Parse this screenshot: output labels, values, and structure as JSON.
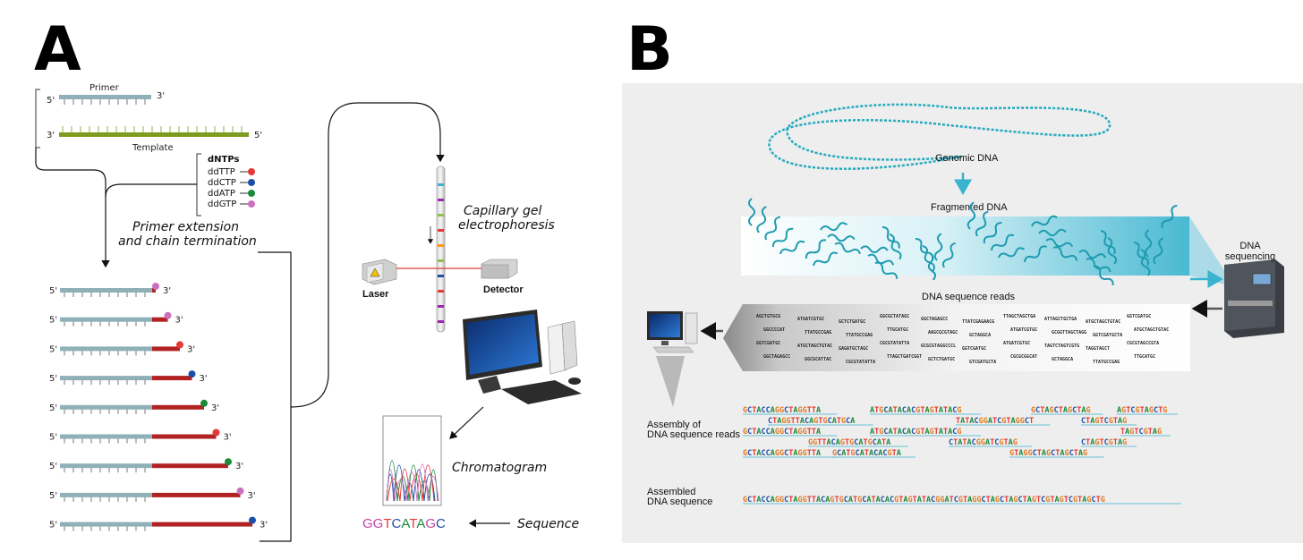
{
  "panel_a": {
    "letter": "A",
    "primer": "Primer",
    "template": "Template",
    "five_prime": "5'",
    "three_prime": "3'",
    "dntps": "dNTPs",
    "ddntps": [
      {
        "label": "ddTTP",
        "color": "#e53935"
      },
      {
        "label": "ddCTP",
        "color": "#1e4fa8"
      },
      {
        "label": "ddATP",
        "color": "#1b8a3a"
      },
      {
        "label": "ddGTP",
        "color": "#cc6fbf"
      }
    ],
    "extension_line1": "Primer extension",
    "extension_line2": "and chain termination",
    "fragment_end_colors": [
      "#cc6fbf",
      "#cc6fbf",
      "#e53935",
      "#1e4fa8",
      "#1b8a3a",
      "#e53935",
      "#1b8a3a",
      "#cc6fbf",
      "#1e4fa8"
    ],
    "capillary_line1": "Capillary gel",
    "capillary_line2": "electrophoresis",
    "laser": "Laser",
    "detector": "Detector",
    "chromatogram": "Chromatogram",
    "sequence_letters": [
      {
        "ch": "G",
        "color": "#c044a8"
      },
      {
        "ch": "G",
        "color": "#c044a8"
      },
      {
        "ch": "T",
        "color": "#e53935"
      },
      {
        "ch": "C",
        "color": "#1e4fa8"
      },
      {
        "ch": "A",
        "color": "#1b8a3a"
      },
      {
        "ch": "T",
        "color": "#e53935"
      },
      {
        "ch": "A",
        "color": "#1b8a3a"
      },
      {
        "ch": "G",
        "color": "#c044a8"
      },
      {
        "ch": "C",
        "color": "#1e4fa8"
      }
    ],
    "sequence_label": "Sequence"
  },
  "panel_b": {
    "letter": "B",
    "genomic_dna": "Genomic DNA",
    "fragmented_dna": "Fragmented DNA",
    "dna_sequencing_line1": "DNA",
    "dna_sequencing_line2": "sequencing",
    "dna_sequence_reads": "DNA sequence reads",
    "reads": [
      "AGCTGTGCG",
      "ATGATCGTGC",
      "GCTCTGATGC",
      "GGCGCTATAGC",
      "GGCTAGAGCC",
      "TTATCGAGAACG",
      "TTAGCTAGCTGA",
      "ATTAGCTGCTGA",
      "ATGCTAGCTGTAC",
      "GGTCGATGC",
      "GGCCCCAT",
      "TTATGCCGAG",
      "TTATGCCGAG",
      "TTGCATGC",
      "AAGCGCGTAGC",
      "GCTAGGCA",
      "ATGATCGTGC",
      "GCGGTTAGCTAGG",
      "GGTCGATGCTA",
      "ATGCTAGCTGTAC",
      "GGTCGATGC",
      "ATGCTAGCTGTAC",
      "GAGATGCTAGC",
      "CGCGTATATTA",
      "GCGCGTAGGCCCL",
      "GGTCGATGC",
      "ATGATCGTGC",
      "TAGTCTAGTCGTG",
      "TAGGTAGCT",
      "CGCGTAGCCGTA",
      "GGCTAGAGCC",
      "GGCGCATTAC",
      "CGCGTATATTA",
      "TTAGCTGATCGGT",
      "GCTCTGATGC",
      "GTCGATGCTA",
      "CGCGCGGCAT",
      "GCTAGGCA",
      "TTATGCCGAG",
      "TTGCATGC"
    ],
    "assembly_label_line1": "Assembly of",
    "assembly_label_line2": "DNA sequence reads",
    "assembly_rows": [
      [
        "GCTACCAGGCTAGGTTA",
        "ATGCATACACGTAGTATACG",
        "GCTAGCTAGCTAG",
        "AGTCGTAGCTG"
      ],
      [
        "CTAGGTTACAGTGCATGCA",
        "TATACGGATCGTAGGCT",
        "CTAGTCGTAG"
      ],
      [
        "GCTACCAGGCTAGGTTA",
        "ATGCATACACGTAGTATACG",
        "TAGTCGTAG"
      ],
      [
        "GGTTACAGTGCATGCATA",
        "CTATACGGATCGTAG",
        "CTAGTCGTAG"
      ],
      [
        "GCTACCAGGCTAGGTTA",
        "GCATGCATACACGTA",
        "GTAGGCTAGCTAGCTAG"
      ]
    ],
    "assembled_label_line1": "Assembled",
    "assembled_label_line2": "DNA sequence",
    "assembled_sequence": "GCTACCAGGCTAGGTTACAGTGCATGCATACACGTAGTATACGGATCGTAGGCTAGCTAGCTAGTCGTAGTCGTAGCTG",
    "base_colors": {
      "A": "#1b8a3a",
      "C": "#1e4fa8",
      "G": "#e07a1f",
      "T": "#e53935"
    }
  }
}
